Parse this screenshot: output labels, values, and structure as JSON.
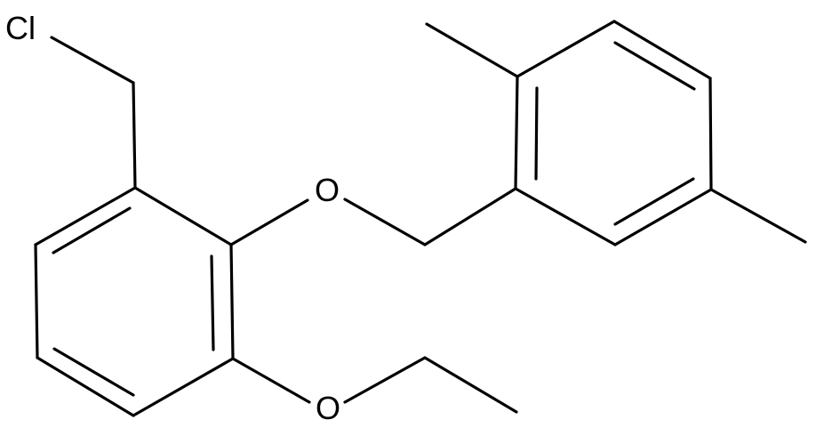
{
  "molecule": {
    "atoms": {
      "chlorine": "Cl",
      "ether_oxygen": "O",
      "ethoxy_oxygen": "O"
    }
  },
  "colors": {
    "bond": "#000000",
    "label": "#000000",
    "background": "#ffffff"
  }
}
